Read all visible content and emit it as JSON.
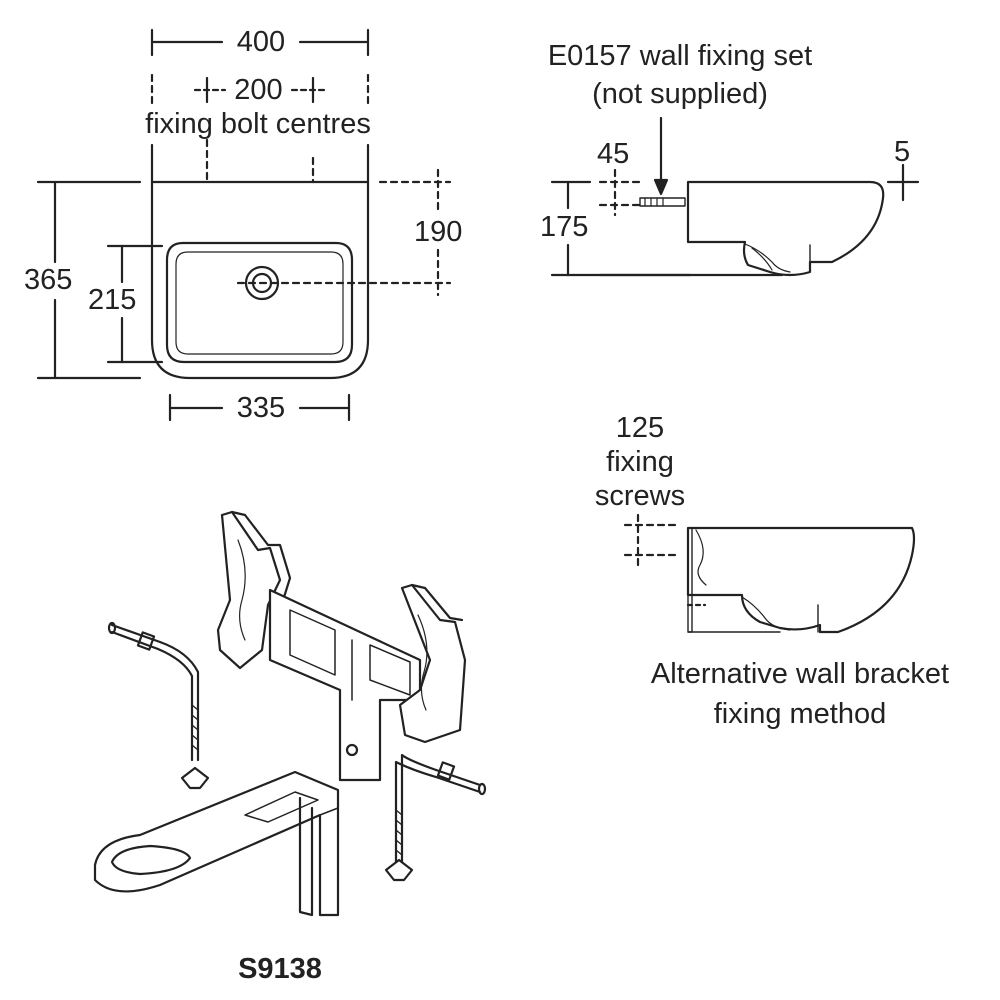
{
  "front_view": {
    "width_dim": "400",
    "bolt_centres_dim": "200",
    "bolt_centres_label": "fixing bolt centres",
    "height_dim": "365",
    "bowl_height_dim": "215",
    "waste_height_dim": "190",
    "bowl_width_dim": "335"
  },
  "side_view": {
    "fixing_set_line1": "E0157 wall fixing set",
    "fixing_set_line2": "(not supplied)",
    "offset_dim": "45",
    "rim_dim": "5",
    "height_dim": "175"
  },
  "alt_view": {
    "screws_line1": "125",
    "screws_line2": "fixing",
    "screws_line3": "screws",
    "caption_line1": "Alternative wall bracket",
    "caption_line2": "fixing method"
  },
  "bracket": {
    "product_code": "S9138"
  },
  "colors": {
    "line": "#222222",
    "dash": "#555555",
    "shade": "#e8e8e8"
  }
}
